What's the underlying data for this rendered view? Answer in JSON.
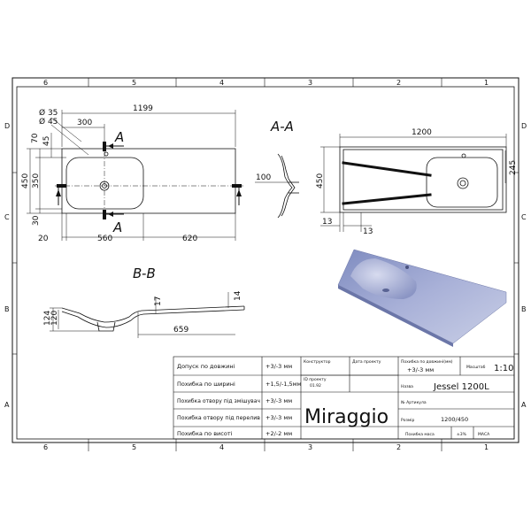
{
  "frame": {
    "top_numbers": [
      "6",
      "5",
      "4",
      "3",
      "2",
      "1"
    ],
    "bottom_numbers": [
      "6",
      "5",
      "4",
      "3",
      "2",
      "1"
    ],
    "left_letters": [
      "D",
      "C",
      "B",
      "A"
    ],
    "right_letters": [
      "D",
      "C",
      "B",
      "A"
    ]
  },
  "plan_view": {
    "dim_total_width": "1199",
    "dim_300": "300",
    "dim_dia_35": "Ø 35",
    "dim_dia_45": "Ø 45",
    "dim_70": "70",
    "dim_45": "45",
    "dim_450": "450",
    "dim_350": "350",
    "dim_30": "30",
    "dim_20": "20",
    "dim_560": "560",
    "dim_620": "620",
    "marker_top": "A",
    "marker_bottom": "A"
  },
  "section_aa_profile": {
    "dim_100": "100"
  },
  "section_aa": {
    "title": "A-A",
    "dim_1200": "1200",
    "dim_450": "450",
    "dim_245": "245",
    "dim_13a": "13",
    "dim_13b": "13"
  },
  "section_bb": {
    "title": "B-B",
    "dim_124": "124",
    "dim_120": "120",
    "dim_17": "17",
    "dim_14": "14",
    "dim_659": "659"
  },
  "title_block": {
    "tolerances": [
      {
        "label": "Допуск по довжині",
        "value": "+3/-3 мм"
      },
      {
        "label": "Похибка по ширині",
        "value": "+1,5/-1,5мм"
      },
      {
        "label": "Похибка отвору під змішувач",
        "value": "+3/-3 мм"
      },
      {
        "label": "Похибка отвору під перелив",
        "value": "+3/-3 мм"
      },
      {
        "label": "Похибка по висоті",
        "value": "+2/-2 мм"
      }
    ],
    "constructor_label": "Конструктор",
    "date_label": "Дата проекту",
    "length_tol_label": "Похибка по довжині(мм)",
    "length_tol_value": "+3/-3 мм",
    "scale_label": "Масштаб",
    "scale_value": "1:10",
    "project_id_label": "ID проекту",
    "project_id_value": "01.92",
    "name_label": "Назва",
    "name_value": "Jessel 1200L",
    "article_label": "№ Артикула",
    "brand": "Miraggio",
    "size_label": "Розмір",
    "size_value": "1200/450",
    "mass_tol_label": "Похибка маса",
    "mass_tol_value": "±3%",
    "mass_label": "МАСА"
  },
  "colors": {
    "basin_top": "#8a96c4",
    "basin_bottom": "#c9d0e6",
    "line": "#111111"
  }
}
